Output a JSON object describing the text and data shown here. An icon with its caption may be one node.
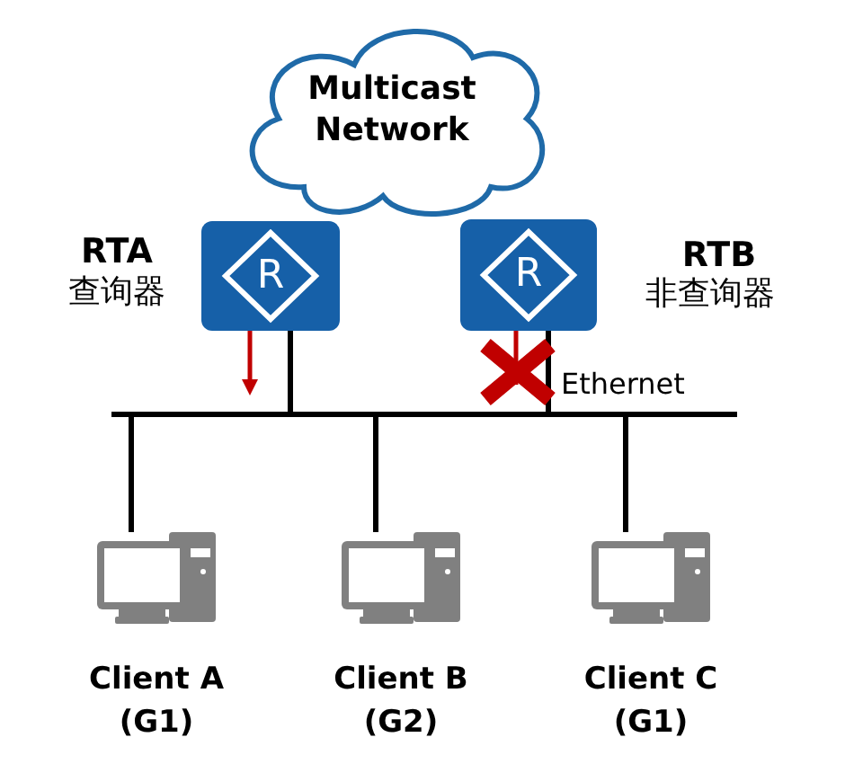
{
  "diagram": {
    "nodes": [
      {
        "text": [
          "Multicast Network"
        ]
      },
      {
        "text": [
          "R"
        ],
        "beside": [
          "RTA",
          "查询器"
        ]
      },
      {
        "text": [
          "R"
        ],
        "beside": [
          "RTB",
          "非查询器"
        ]
      },
      {
        "text": [],
        "shape": "bar",
        "beside": [
          "Ethernet"
        ]
      },
      {
        "text": [
          "Client A (G1)"
        ]
      },
      {
        "text": [
          "Client B (G2)"
        ]
      },
      {
        "text": [
          "Client C (G1)"
        ]
      }
    ],
    "edges": [
      {
        "from": 1,
        "to": 3,
        "arrow": "none"
      },
      {
        "from": 2,
        "to": 3,
        "arrow": "none"
      },
      {
        "from": 3,
        "to": 4,
        "arrow": "none"
      },
      {
        "from": 3,
        "to": 5,
        "arrow": "none"
      },
      {
        "from": 3,
        "to": 6,
        "arrow": "none"
      }
    ]
  }
}
